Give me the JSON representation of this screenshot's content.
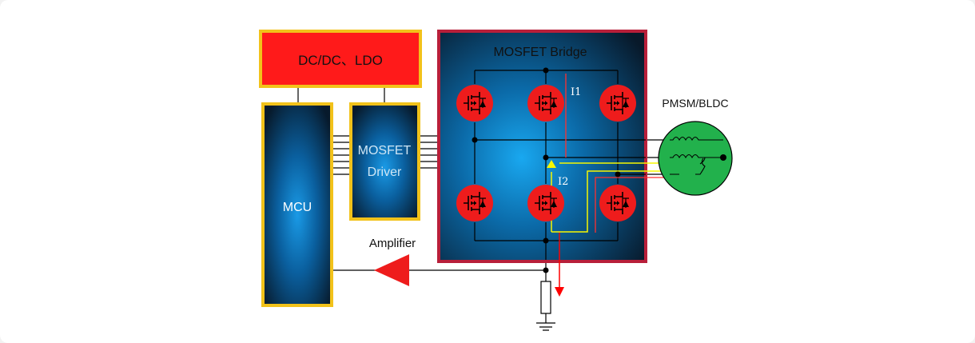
{
  "diagram": {
    "power_block": {
      "label": "DC/DC、LDO"
    },
    "mcu_block": {
      "label": "MCU"
    },
    "driver_block": {
      "line1": "MOSFET",
      "line2": "Driver"
    },
    "bridge_block": {
      "label": "MOSFET Bridge"
    },
    "motor": {
      "label": "PMSM/BLDC"
    },
    "amplifier": {
      "label": "Amplifier"
    },
    "current_labels": {
      "i1": "I1",
      "i2": "I2"
    },
    "colors": {
      "accent_yellow": "#f2c21a",
      "power_red": "#ff1a1a",
      "bridge_border": "#b81f3a",
      "mosfet_red": "#ee1c1c",
      "motor_green": "#22b14c",
      "path_red": "#ff0000",
      "path_yellow": "#f7f700"
    }
  }
}
